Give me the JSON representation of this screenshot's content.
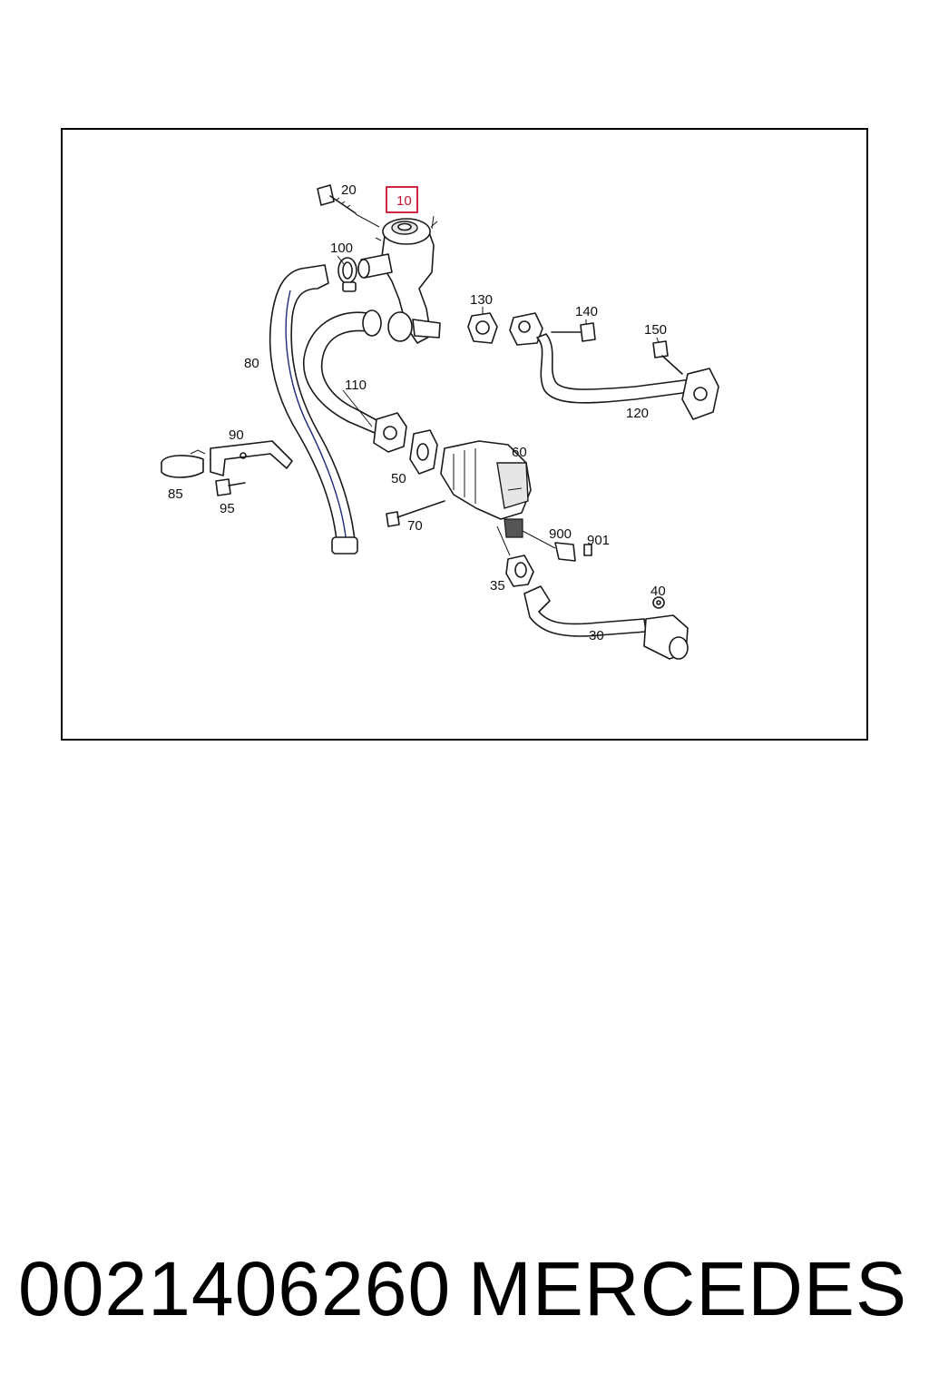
{
  "diagram": {
    "highlighted_label": "10",
    "labels": [
      "20",
      "100",
      "80",
      "110",
      "130",
      "140",
      "150",
      "120",
      "90",
      "85",
      "95",
      "50",
      "60",
      "70",
      "900",
      "901",
      "35",
      "40",
      "30"
    ]
  },
  "caption": {
    "part_number": "0021406260",
    "brand": "MERCEDES"
  },
  "colors": {
    "highlight": "#c8102e",
    "ink": "#1a1a1a",
    "accent_line": "#1d2b7a"
  }
}
